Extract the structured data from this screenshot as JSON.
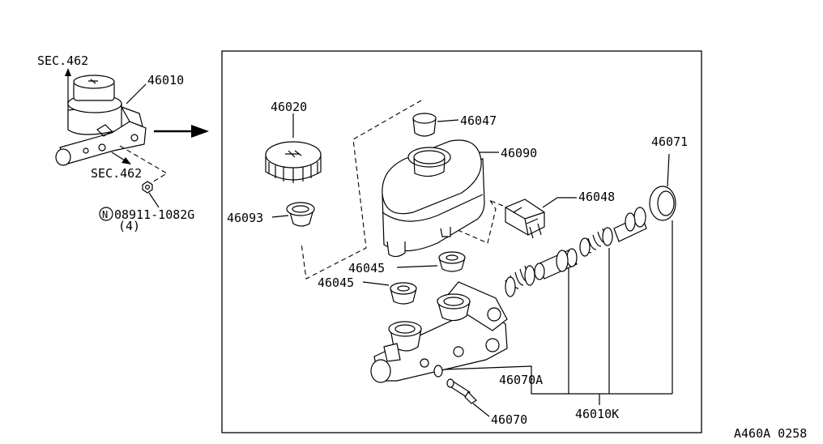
{
  "labels": {
    "sec462_top": "SEC.462",
    "sec462_bottom": "SEC.462",
    "p46010": "46010",
    "nut_part": "08911-1082G",
    "nut_symbol": "N",
    "nut_qty": "(4)",
    "p46020": "46020",
    "p46047": "46047",
    "p46090": "46090",
    "p46071": "46071",
    "p46048": "46048",
    "p46093": "46093",
    "p46045_a": "46045",
    "p46045_b": "46045",
    "p46070A": "46070A",
    "p46010K": "46010K",
    "p46070": "46070",
    "figure_code": "A460A 0258"
  }
}
